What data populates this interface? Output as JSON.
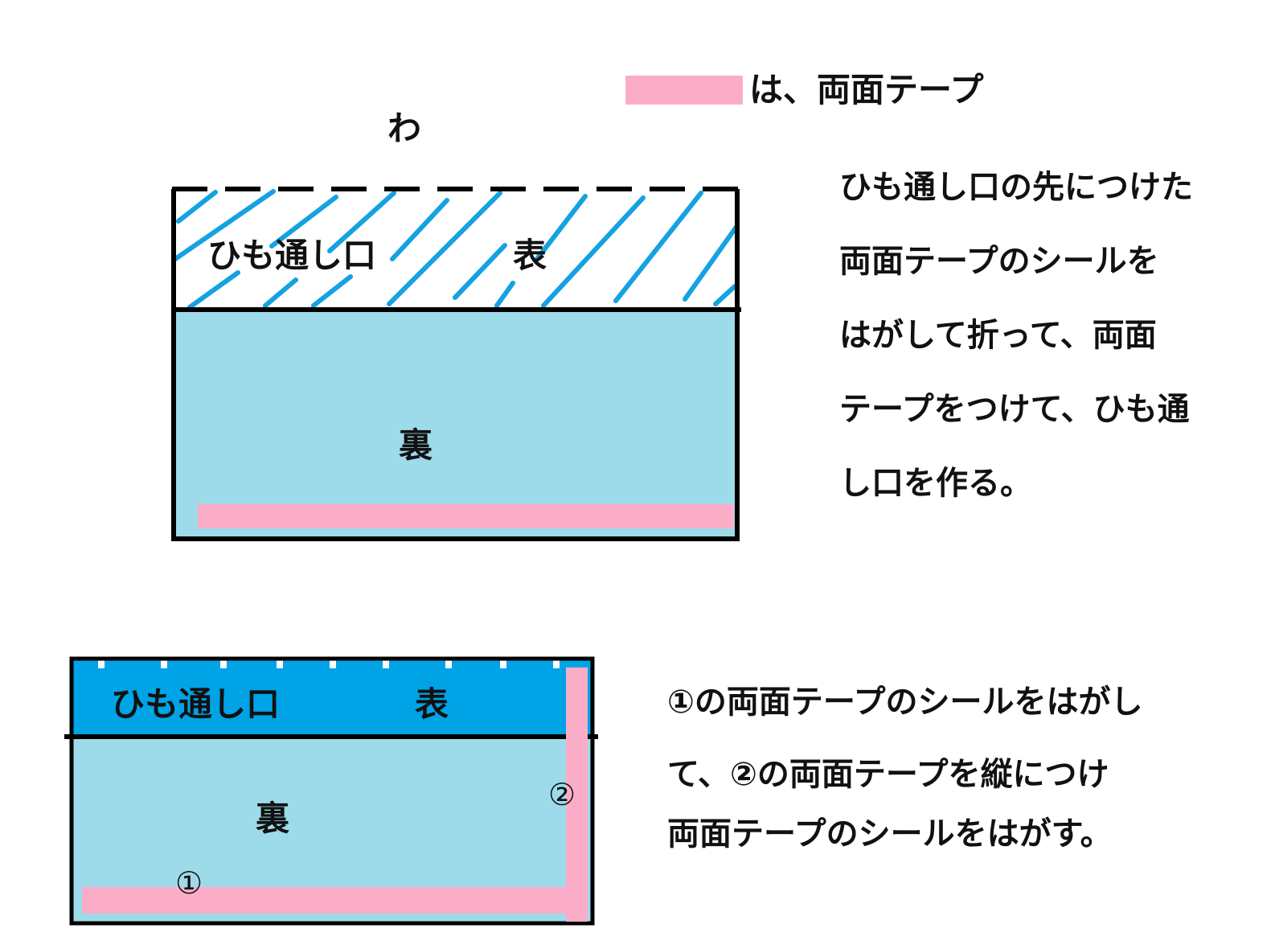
{
  "colors": {
    "tape_pink": "#fbadc8",
    "back_light_blue": "#9edbea",
    "front_blue": "#00a3e6",
    "hatch_blue": "#14a2e2",
    "outline": "#000000"
  },
  "legend": {
    "text": "は、両面テープ"
  },
  "fold_mark": "わ",
  "step1": {
    "label_channel": "ひも通し口",
    "label_front": "表",
    "label_back": "裏",
    "instructions": [
      "ひも通し口の先につけた",
      "両面テープのシールを",
      "はがして折って、両面",
      "テープをつけて、ひも通",
      "し口を作る。"
    ]
  },
  "step2": {
    "label_channel": "ひも通し口",
    "label_front": "表",
    "label_back": "裏",
    "marker_1": "①",
    "marker_2": "②",
    "instructions": [
      "①の両面テープのシールをはがし",
      "て、②の両面テープを縦につけ",
      "両面テープのシールをはがす。"
    ]
  }
}
